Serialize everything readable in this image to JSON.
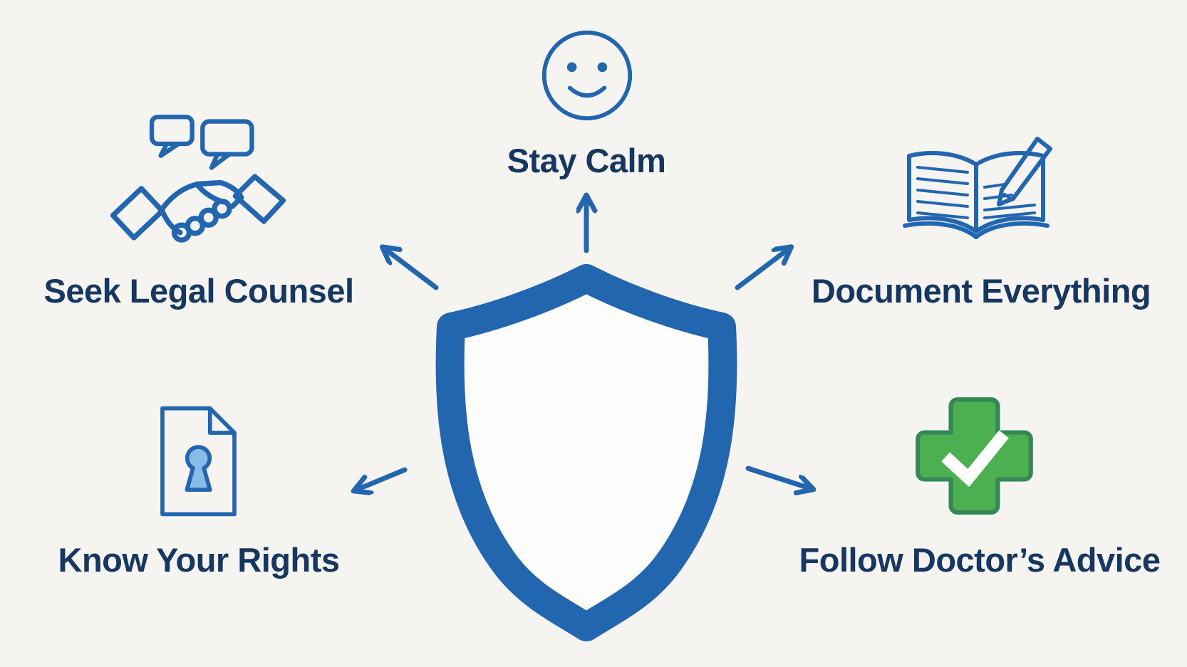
{
  "diagram": {
    "type": "radial-infographic",
    "center": {
      "name": "shield",
      "description": "protective shield symbol"
    }
  },
  "colors": {
    "bg": "#f5f4f1",
    "blue": "#2166ae",
    "text": "#16375f",
    "lightblue": "#86bde6",
    "green": "#4caf50",
    "greendark": "#358856"
  },
  "items": [
    {
      "id": "stay-calm",
      "label": "Stay Calm",
      "icon": "smiley-face-icon",
      "position": "top-center"
    },
    {
      "id": "seek-legal-counsel",
      "label": "Seek Legal Counsel",
      "icon": "handshake-icon",
      "position": "upper-left"
    },
    {
      "id": "document-everything",
      "label": "Document Everything",
      "icon": "notebook-pencil-icon",
      "position": "upper-right"
    },
    {
      "id": "know-your-rights",
      "label": "Know Your Rights",
      "icon": "document-keyhole-icon",
      "position": "lower-left"
    },
    {
      "id": "follow-doctors-advice",
      "label": "Follow Doctor’s Advice",
      "icon": "medical-cross-check-icon",
      "position": "lower-right"
    }
  ]
}
